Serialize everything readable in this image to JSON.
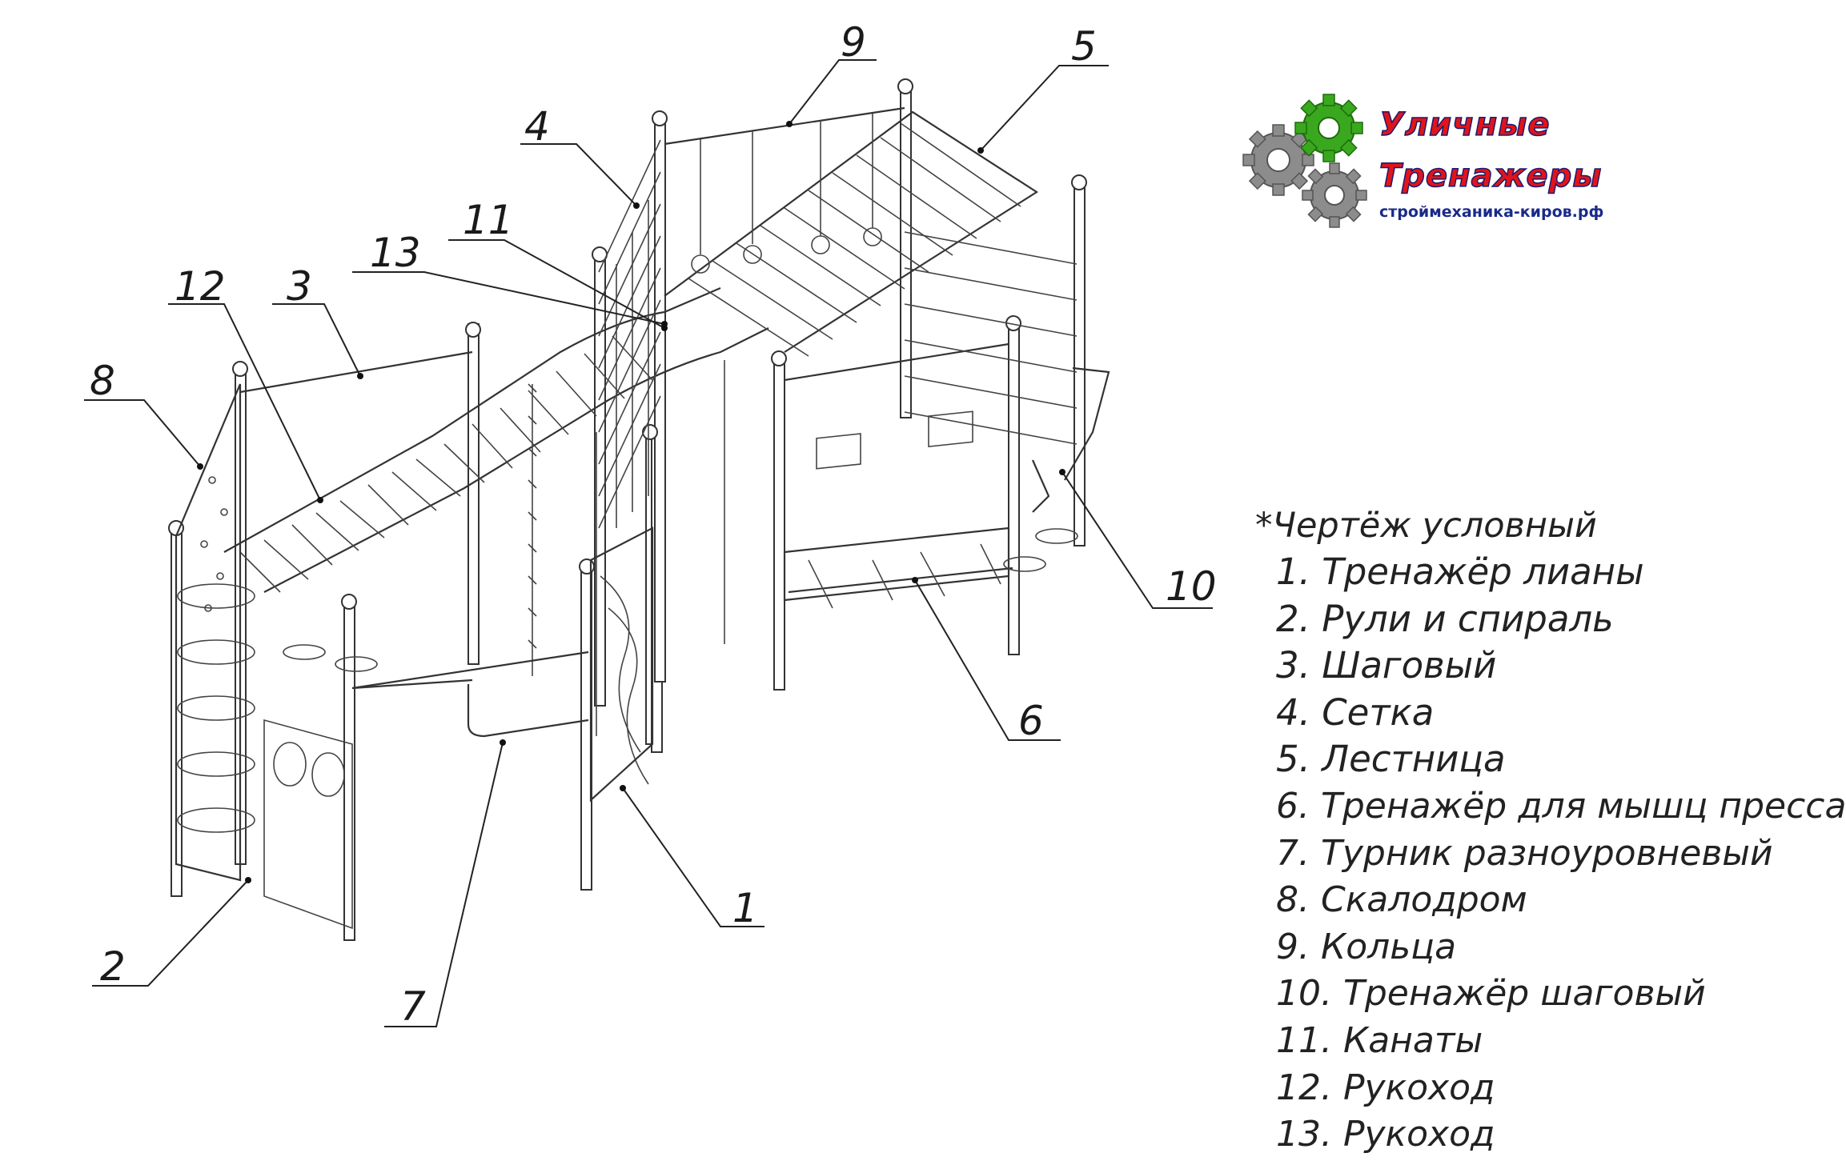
{
  "callouts": [
    "1",
    "2",
    "3",
    "4",
    "5",
    "6",
    "7",
    "8",
    "9",
    "10",
    "11",
    "12",
    "13"
  ],
  "logo": {
    "line1": "Уличные",
    "line2": "Тренажеры",
    "site": "строймеханика-киров.рф",
    "colors": {
      "text": "#e0141b",
      "outline": "#1a1a6e",
      "gear_green": "#3aa81e",
      "gear_gray": "#8c8c8c"
    },
    "icon": "gears-icon"
  },
  "legend": {
    "note": "*Чертёж условный",
    "items": [
      "1. Тренажёр лианы",
      "2. Рули и спираль",
      "3. Шаговый",
      "4. Сетка",
      "5. Лестница",
      "6. Тренажёр для мышц пресса",
      "7. Турник разноуровневый",
      "8. Скалодром",
      "9. Кольца",
      "10. Тренажёр шаговый",
      "11. Канаты",
      "12. Рукоход",
      "13. Рукоход"
    ]
  }
}
